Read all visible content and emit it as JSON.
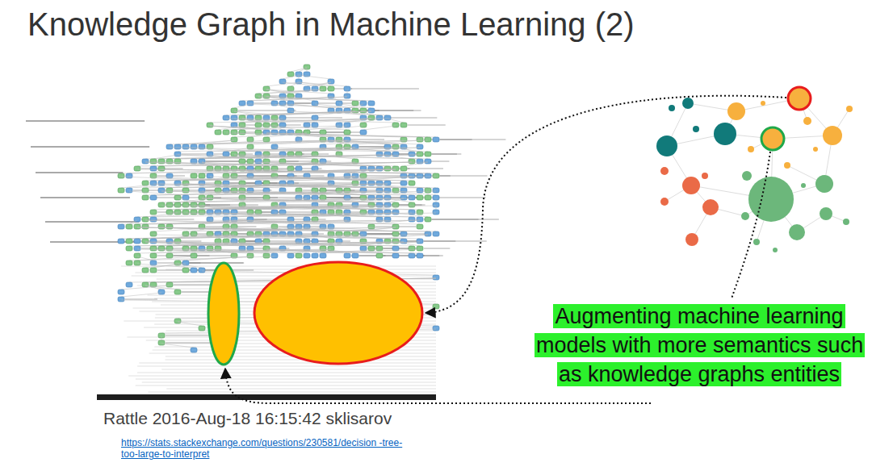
{
  "diagram": {
    "title": "Knowledge Graph in Machine Learning (2)",
    "nodes": [
      {
        "text": [
          "Augmenting machine learning models with more semantics such as knowledge graphs entities"
        ]
      }
    ],
    "labels": [
      "Rattle 2016-Aug-18 16:15:42 sklisarov",
      "https://stats.stackexchange.com/questions/230581/decision -tree-too-large-to-interpret"
    ]
  }
}
